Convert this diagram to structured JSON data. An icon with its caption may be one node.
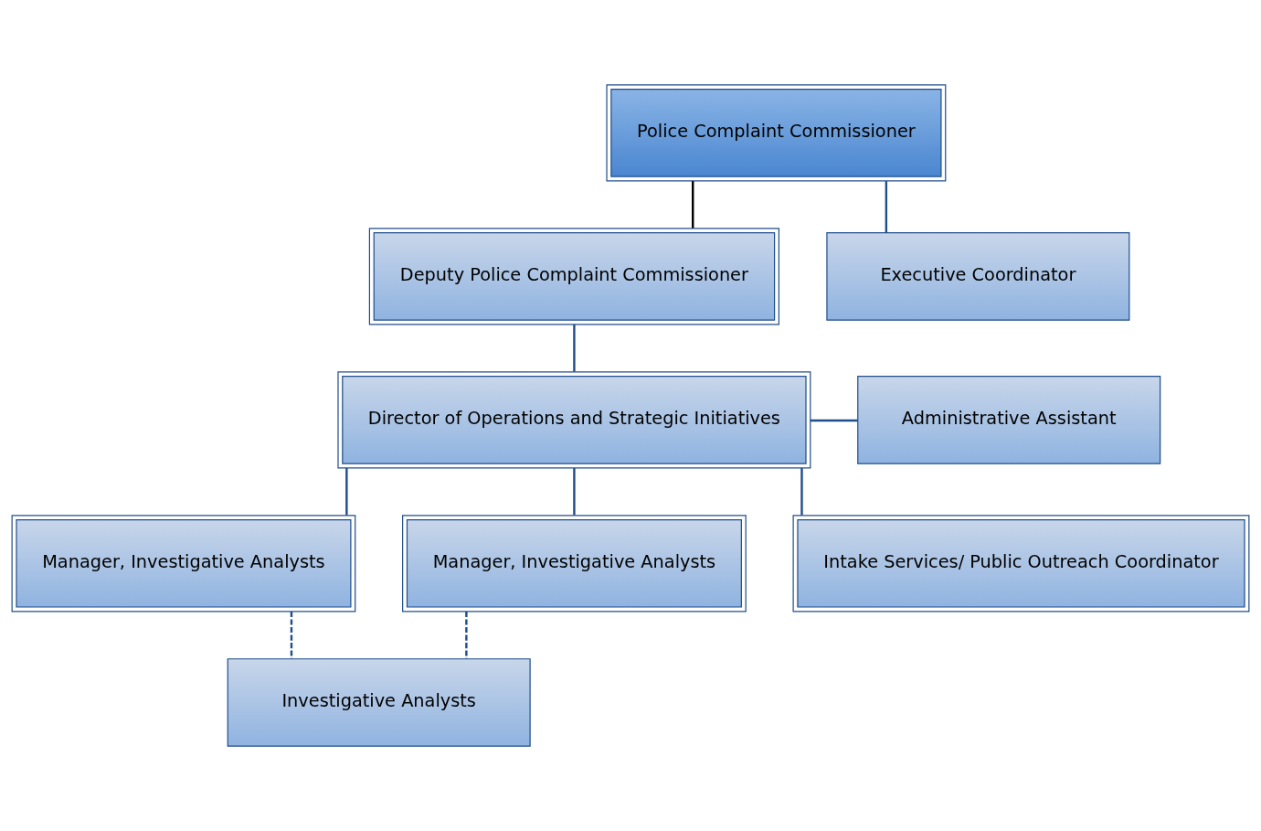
{
  "diagram": {
    "nodes": [
      {
        "text": [
          "Police Complaint Commissioner"
        ]
      },
      {
        "text": [
          "Deputy Police Complaint Commissioner"
        ]
      },
      {
        "text": [
          "Executive Coordinator"
        ]
      },
      {
        "text": [
          "Director of Operations and Strategic Initiatives"
        ]
      },
      {
        "text": [
          "Administrative Assistant"
        ]
      },
      {
        "text": [
          "Manager, Investigative Analysts"
        ]
      },
      {
        "text": [
          "Manager, Investigative Analysts"
        ]
      },
      {
        "text": [
          "Intake Services/ Public Outreach Coordinator"
        ]
      },
      {
        "text": [
          "Investigative Analysts"
        ]
      }
    ],
    "edges": [
      {
        "from": 0,
        "to": 1,
        "arrow": "none",
        "color": "#000000"
      },
      {
        "from": 0,
        "to": 2,
        "arrow": "none"
      },
      {
        "from": 1,
        "to": 3,
        "arrow": "none"
      },
      {
        "from": 3,
        "to": 4,
        "arrow": "none"
      },
      {
        "from": 3,
        "to": 5,
        "arrow": "none"
      },
      {
        "from": 3,
        "to": 6,
        "arrow": "none"
      },
      {
        "from": 3,
        "to": 7,
        "arrow": "none"
      },
      {
        "from": 5,
        "to": 8,
        "arrow": "none",
        "style": "dashed"
      },
      {
        "from": 6,
        "to": 8,
        "arrow": "none",
        "style": "dashed"
      }
    ]
  }
}
